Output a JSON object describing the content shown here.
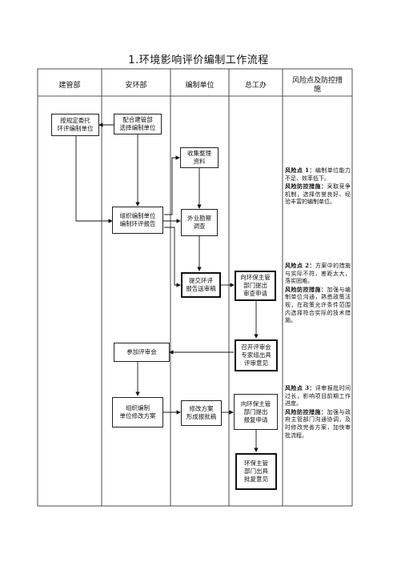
{
  "title": "1.环境影响评价编制工作流程",
  "headers": [
    "建管部",
    "安环部",
    "编制单位",
    "总工办",
    "风险点及防控措施"
  ],
  "boxes": {
    "entrust": [
      "按规定委托",
      "环评编制单位"
    ],
    "cooperate": [
      "配合建管部",
      "选择编制单位"
    ],
    "collect": [
      "收集整理",
      "资料"
    ],
    "organize": [
      "组织编制单位",
      "编制环评报告"
    ],
    "survey": [
      "外业勘察",
      "调查"
    ],
    "submit": [
      "提交环评",
      "报告送审稿"
    ],
    "report_review": [
      "向环保主管",
      "部门提出",
      "审查申请"
    ],
    "join_review": [
      "参加评审会"
    ],
    "hold_review": [
      "召开评审会",
      "专家组出具",
      "评审意见"
    ],
    "org_revise": [
      "组织编制",
      "单位修改方案"
    ],
    "revise": [
      "修改方案",
      "形成报批稿"
    ],
    "report_approve": [
      "向环保主管",
      "部门提出",
      "报复申请"
    ],
    "approval": [
      "环保主管",
      "部门出具",
      "批复意见"
    ]
  },
  "risks": [
    {
      "label": "风险点 1：",
      "text": "编制单位能力不足、效率低下。",
      "measure_label": "风险防控措施：",
      "measure": "采取竞争机制，选择信誉良好、经验丰富的编制单位。"
    },
    {
      "label": "风险点 2：",
      "text": "方案中的措施与实际不符，差距太大，落实困难。",
      "measure_label": "风险防控措施：",
      "measure": "加强与编制单位沟通，熟悉政策法规，在政策允许条件范围内选择符合实际的技术措施。"
    },
    {
      "label": "风险点 3：",
      "text": "评审报批时间过长，影响项目前期工作进度。",
      "measure_label": "风险防控措施：",
      "measure": "加强与政府主管部门沟通协调，及时修改完善方案，加快审批流程。"
    }
  ]
}
